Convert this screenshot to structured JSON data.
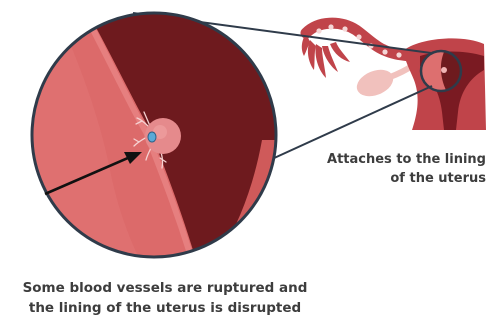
{
  "labels": {
    "attach": {
      "line1": "Attaches to the lining",
      "line2": "of the uterus"
    },
    "ruptured": {
      "line1": "Some blood vessels are ruptured and",
      "line2": "the lining of the uterus is disrupted"
    }
  },
  "colors": {
    "uterine_wall": "#6e1a1e",
    "lining": "#dc6a6a",
    "lining_highlight": "#ec8e8e",
    "embryo": "#e58a8c",
    "embryo_core": "#5aa9d6",
    "ovary": "#f1c1bd",
    "outline": "#2f3b4a",
    "text": "#3d3d3d"
  }
}
